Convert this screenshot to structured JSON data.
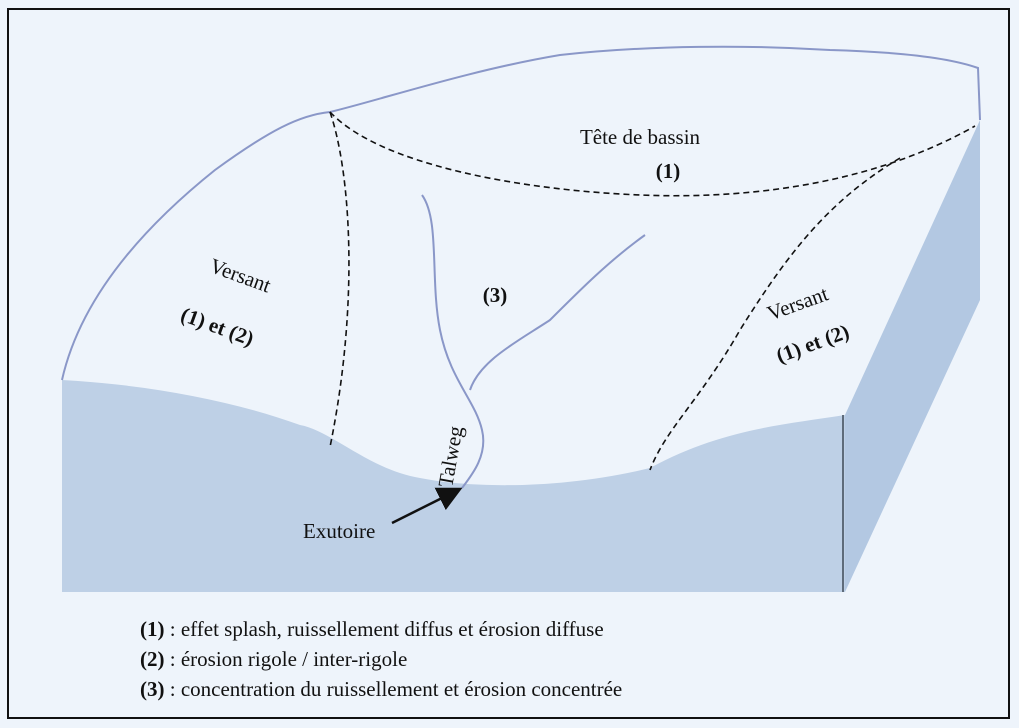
{
  "diagram": {
    "head_label": "Tête de bassin",
    "head_num": "(1)",
    "center_num": "(3)",
    "left_versant": "Versant",
    "left_versant_num": "(1) et (2)",
    "right_versant": "Versant",
    "right_versant_num": "(1) et (2)",
    "talweg": "Talweg",
    "exutoire": "Exutoire"
  },
  "legend": [
    {
      "num": "(1)",
      "text": " : effet splash, ruissellement diffus et érosion diffuse"
    },
    {
      "num": "(2)",
      "text": " : érosion rigole / inter-rigole"
    },
    {
      "num": "(3)",
      "text": " : concentration du ruissellement et érosion concentrée"
    }
  ],
  "colors": {
    "block_face": "#bed0e6",
    "side_face": "#b3c8e2",
    "surface": "#eef4fb",
    "outline": "#8a97c8"
  }
}
